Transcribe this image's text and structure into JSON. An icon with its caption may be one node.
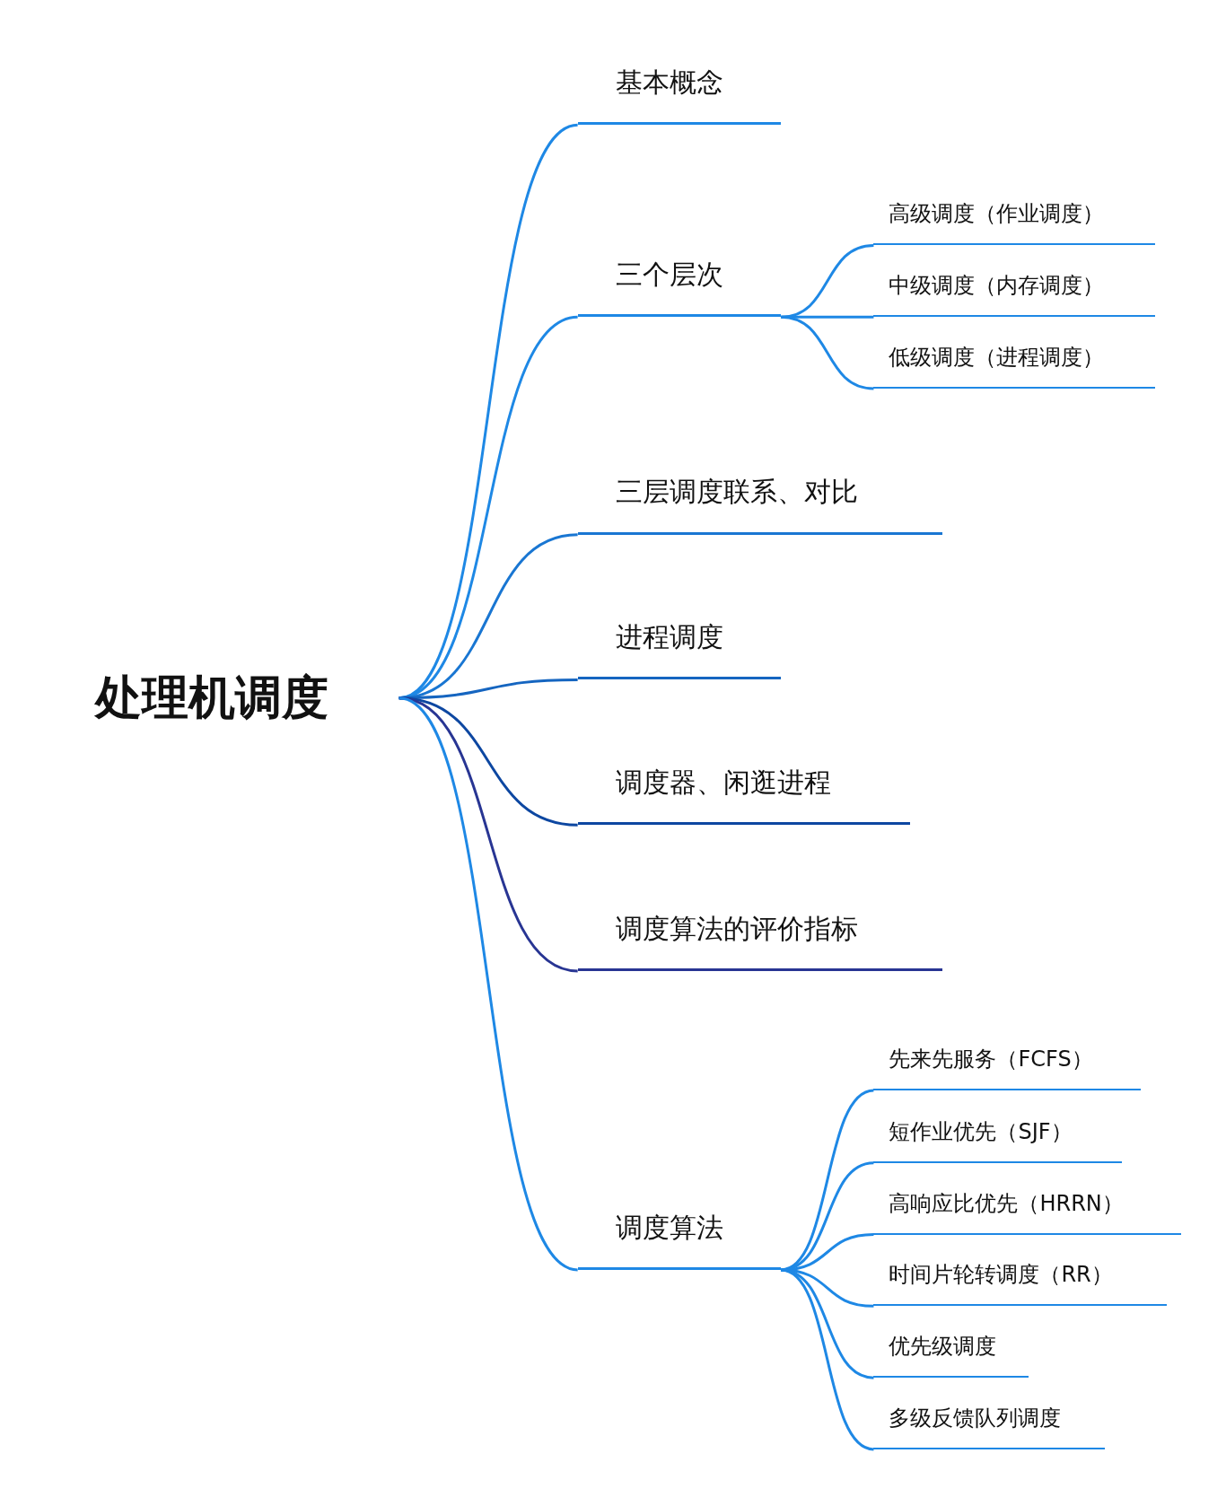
{
  "diagram": {
    "nodes": [
      {
        "text": [
          "处理机调度"
        ]
      },
      {
        "text": [
          "基本概念"
        ]
      },
      {
        "text": [
          "三个层次"
        ]
      },
      {
        "text": [
          "高级调度（作业调度）"
        ]
      },
      {
        "text": [
          "中级调度（内存调度）"
        ]
      },
      {
        "text": [
          "低级调度（进程调度）"
        ]
      },
      {
        "text": [
          "三层调度联系、对比"
        ]
      },
      {
        "text": [
          "进程调度"
        ]
      },
      {
        "text": [
          "调度器、闲逛进程"
        ]
      },
      {
        "text": [
          "调度算法的评价指标"
        ]
      },
      {
        "text": [
          "调度算法"
        ]
      },
      {
        "text": [
          "先来先服务（FCFS）"
        ]
      },
      {
        "text": [
          "短作业优先（SJF）"
        ]
      },
      {
        "text": [
          "高响应比优先（HRRN）"
        ]
      },
      {
        "text": [
          "时间片轮转调度（RR）"
        ]
      },
      {
        "text": [
          "优先级调度"
        ]
      },
      {
        "text": [
          "多级反馈队列调度"
        ]
      }
    ],
    "edges": [
      {
        "from": 0,
        "to": 1,
        "arrow": "none"
      },
      {
        "from": 0,
        "to": 2,
        "arrow": "none"
      },
      {
        "from": 2,
        "to": 3,
        "arrow": "none"
      },
      {
        "from": 2,
        "to": 4,
        "arrow": "none"
      },
      {
        "from": 2,
        "to": 5,
        "arrow": "none"
      },
      {
        "from": 0,
        "to": 6,
        "arrow": "none",
        "color": "#1976d2"
      },
      {
        "from": 0,
        "to": 7,
        "arrow": "none",
        "color": "#1565c0"
      },
      {
        "from": 0,
        "to": 8,
        "arrow": "none",
        "color": "#0d47a1"
      },
      {
        "from": 0,
        "to": 9,
        "arrow": "none",
        "color": "#283593"
      },
      {
        "from": 0,
        "to": 10,
        "arrow": "none"
      },
      {
        "from": 10,
        "to": 11,
        "arrow": "none"
      },
      {
        "from": 10,
        "to": 12,
        "arrow": "none"
      },
      {
        "from": 10,
        "to": 13,
        "arrow": "none"
      },
      {
        "from": 10,
        "to": 14,
        "arrow": "none"
      },
      {
        "from": 10,
        "to": 15,
        "arrow": "none"
      },
      {
        "from": 10,
        "to": 16,
        "arrow": "none"
      }
    ]
  }
}
